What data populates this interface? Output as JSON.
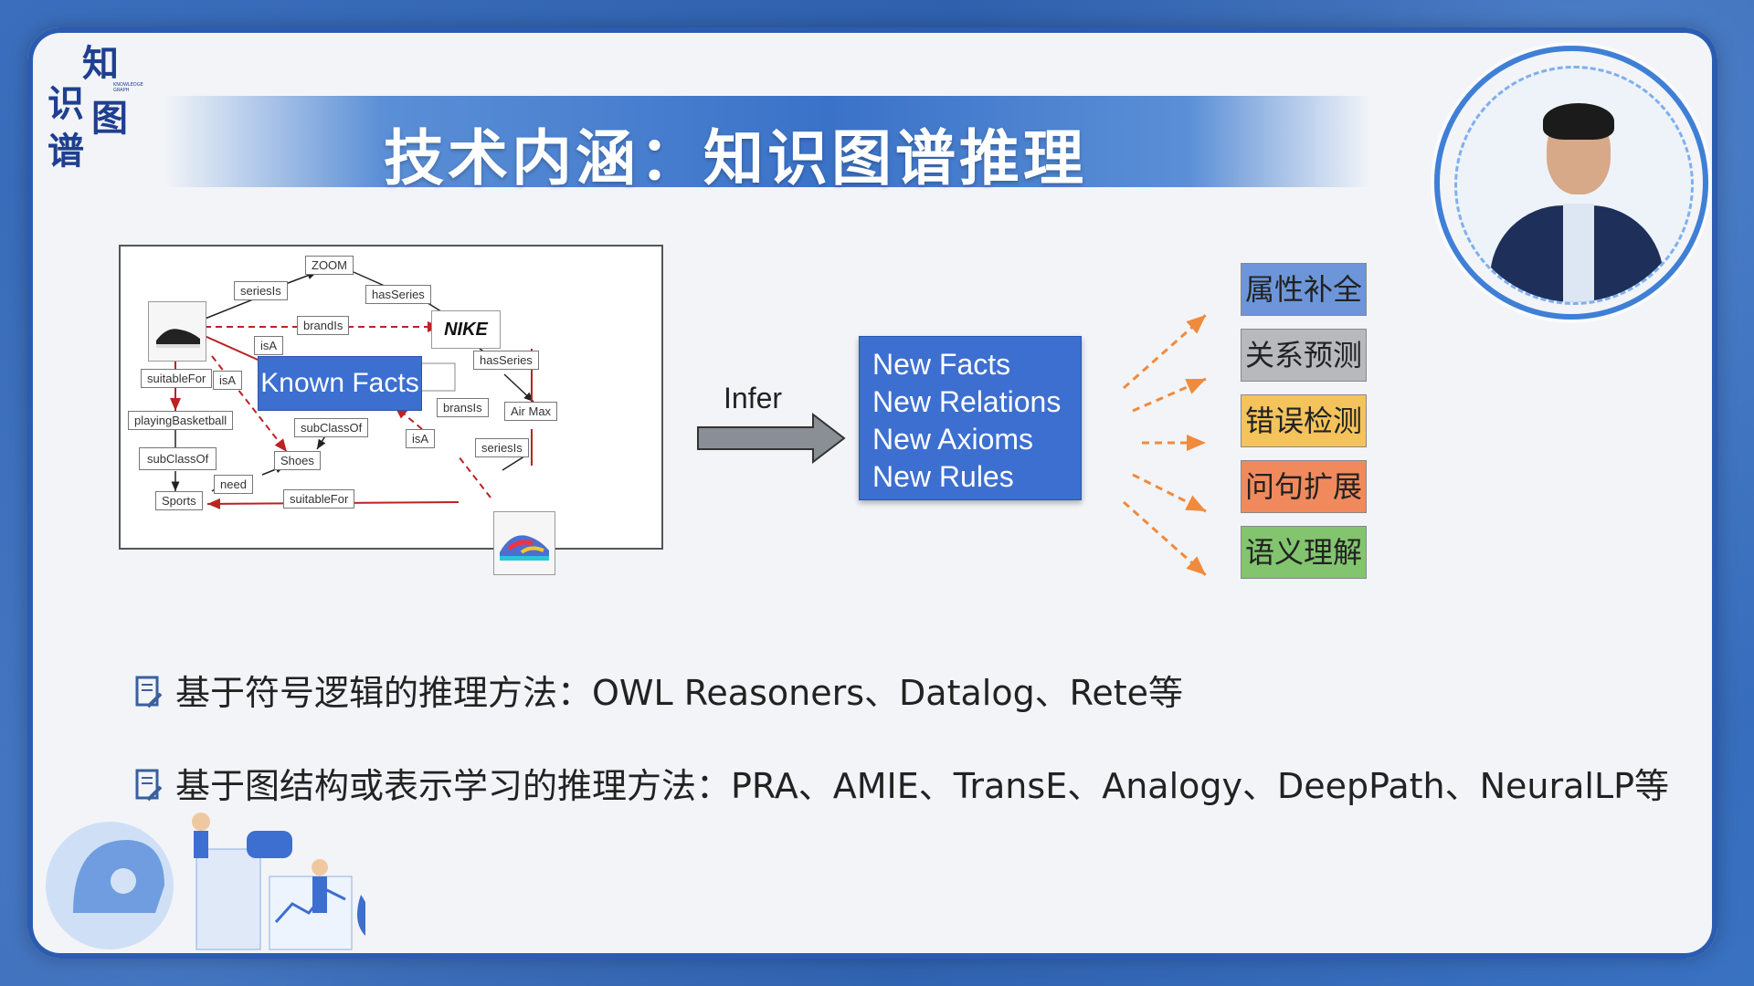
{
  "logo": {
    "chars": [
      "知",
      "识",
      "图",
      "谱"
    ],
    "small_text": "KNOWLEDGE GRAPH"
  },
  "title": "技术内涵：知识图谱推理",
  "graph": {
    "known_facts_label": "Known Facts",
    "nodes": {
      "zoom": "ZOOM",
      "series_is": "seriesIs",
      "has_series_top": "hasSeries",
      "brand_is": "brandIs",
      "is_a_1": "isA",
      "suitable_for_1": "suitableFor",
      "is_a_2": "isA",
      "playing_basketball": "playingBasketball",
      "subclass_of_1": "subClassOf",
      "subclass_of_2": "subClassOf",
      "shoes": "Shoes",
      "need": "need",
      "sports": "Sports",
      "suitable_for_2": "suitableFor",
      "has_series_right": "hasSeries",
      "brans_is": "bransIs",
      "air_max": "Air Max",
      "is_a_3": "isA",
      "series_is_2": "seriesIs"
    },
    "brand_logo": "NIKE"
  },
  "infer_label": "Infer",
  "new_items": [
    "New Facts",
    "New Relations",
    "New Axioms",
    "New Rules"
  ],
  "tasks": [
    {
      "label": "属性补全",
      "color": "#6d96da"
    },
    {
      "label": "关系预测",
      "color": "#b7b9bd"
    },
    {
      "label": "错误检测",
      "color": "#f4c35b"
    },
    {
      "label": "问句扩展",
      "color": "#f08a5d"
    },
    {
      "label": "语义理解",
      "color": "#83c46f"
    }
  ],
  "bullets": [
    "基于符号逻辑的推理方法：OWL Reasoners、Datalog、Rete等",
    "基于图结构或表示学习的推理方法：PRA、AMIE、TransE、Analogy、DeepPath、NeuralLP等"
  ],
  "icons": {
    "bullet": "document-pen-icon",
    "illustration": "ai-robot-people-icon"
  }
}
